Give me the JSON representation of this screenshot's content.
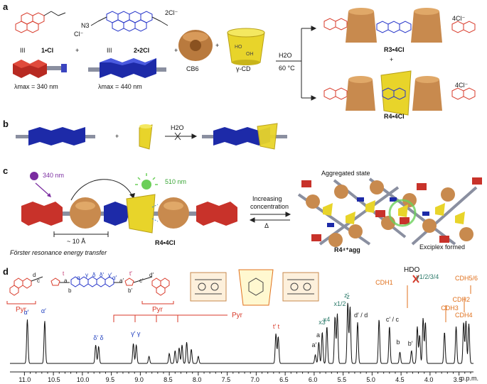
{
  "panels": {
    "a": {
      "letter": "a",
      "compound1": "1•Cl",
      "compound2": "2•2Cl",
      "roman1": "III",
      "roman2": "III",
      "plus1": "+",
      "plus2": "+",
      "plus3": "+",
      "plus_products": "+",
      "cb6": "CB6",
      "gcd": "γ-CD",
      "lambda1": "λmax = 340 nm",
      "lambda2": "λmax = 440 nm",
      "condition_top": "H2O",
      "condition_bottom": "60 °C",
      "product1": "R3•4Cl",
      "product2": "R4•4Cl",
      "counter1": "4Cl⁻",
      "counter2": "4Cl⁻",
      "n3": "N3",
      "cl": "Cl⁻",
      "twocl": "2Cl⁻"
    },
    "b": {
      "letter": "b",
      "plus": "+",
      "condition": "H2O"
    },
    "c": {
      "letter": "c",
      "excite": "340 nm",
      "emit": "510 nm",
      "distance": "~ 10 Å",
      "fret": "Förster resonance energy transfer",
      "compound": "R4•4Cl",
      "arrow_top1": "Increasing",
      "arrow_top2": "concentration",
      "arrow_bottom": "Δ",
      "aggregated": "Aggregated state",
      "agg_label": "R4⁴⁺agg",
      "exciplex": "Exciplex formed"
    },
    "d": {
      "letter": "d",
      "pyr_left": "Pyr",
      "pyr_right": "Pyr",
      "pyr_peak": "Pyr",
      "hdo": "HDO",
      "ppm": "p.p.m.",
      "struct_labels": [
        "d",
        "c",
        "a",
        "b",
        "t",
        "α",
        "γ",
        "δ",
        "δ′",
        "γ′",
        "α′",
        "a′",
        "t′",
        "c′",
        "d′",
        "b′"
      ],
      "peak_labels": [
        {
          "text": "α′",
          "ppm": 10.95,
          "color": "#1f3fbf"
        },
        {
          "text": "α′",
          "ppm": 10.65,
          "color": "#1f3fbf"
        },
        {
          "text": "δ′ δ",
          "ppm": 9.75,
          "color": "#1f3fbf"
        },
        {
          "text": "γ′ γ",
          "ppm": 9.1,
          "color": "#1f3fbf"
        },
        {
          "text": "t′ t",
          "ppm": 6.65,
          "color": "#d83a2a"
        },
        {
          "text": "a′",
          "ppm": 5.98,
          "color": "#222"
        },
        {
          "text": "a",
          "ppm": 5.9,
          "color": "#222"
        },
        {
          "text": "x3",
          "ppm": 5.86,
          "color": "#2c7a6a"
        },
        {
          "text": "x4",
          "ppm": 5.78,
          "color": "#2c7a6a"
        },
        {
          "text": "x1/2",
          "ppm": 5.6,
          "color": "#2c7a6a"
        },
        {
          "text": "z′",
          "ppm": 5.42,
          "color": "#2c7a6a"
        },
        {
          "text": "z",
          "ppm": 5.38,
          "color": "#2c7a6a"
        },
        {
          "text": "d′ / d",
          "ppm": 5.25,
          "color": "#222"
        },
        {
          "text": "CDH1",
          "ppm": 4.88,
          "color": "#e0701c"
        },
        {
          "text": "c′ / c",
          "ppm": 4.7,
          "color": "#222"
        },
        {
          "text": "b",
          "ppm": 4.52,
          "color": "#222"
        },
        {
          "text": "b′",
          "ppm": 4.32,
          "color": "#222"
        },
        {
          "text": "y1/2/3/4",
          "ppm": 4.18,
          "color": "#2c7a6a"
        },
        {
          "text": "CDH3",
          "ppm": 3.75,
          "color": "#e0701c"
        },
        {
          "text": "CDH2",
          "ppm": 3.55,
          "color": "#e0701c"
        },
        {
          "text": "CDH5/6",
          "ppm": 3.4,
          "color": "#e0701c"
        },
        {
          "text": "CDH4",
          "ppm": 3.35,
          "color": "#e0701c"
        }
      ],
      "axis_ticks": [
        "11.0",
        "10.5",
        "10.0",
        "9.5",
        "9.0",
        "8.5",
        "8.0",
        "7.5",
        "7.0",
        "6.5",
        "6.0",
        "5.5",
        "5.0",
        "4.5",
        "4.0",
        "3.5"
      ]
    }
  },
  "colors": {
    "pyrene": "#d83a2a",
    "viologen": "#2433c9",
    "cb6": "#c88a4e",
    "gcd": "#f0e030",
    "axis": "#222222",
    "spectrum": "#111111",
    "cd_label": "#e0701c",
    "glow": "#6ccf5a"
  }
}
